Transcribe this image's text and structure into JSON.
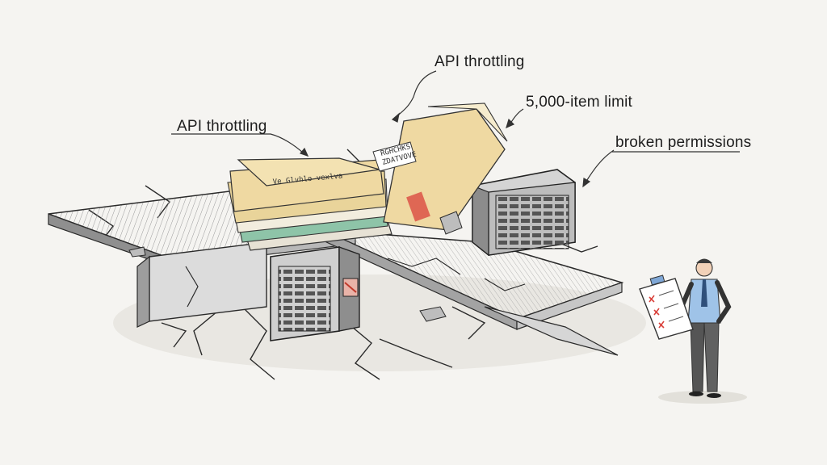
{
  "annotations": [
    {
      "id": "api-throttling-top",
      "text": "API throttling"
    },
    {
      "id": "api-throttling-left",
      "text": "API throttling"
    },
    {
      "id": "item-limit",
      "text": "5,000-item limit"
    },
    {
      "id": "broken-permissions",
      "text": "broken permissions"
    }
  ],
  "folder_scribbles": {
    "front_folder": "Ve Glvhlo vexlva",
    "sticky_note": [
      "RGHCHKS",
      "ZDATVOVE"
    ]
  },
  "colors": {
    "background": "#f5f4f1",
    "folder": "#efd9a2",
    "server": "#c9c9c9",
    "ink": "#222222",
    "shirt": "#9fc3e8",
    "pants": "#555555",
    "clipboard_accent": "#d9403a"
  }
}
